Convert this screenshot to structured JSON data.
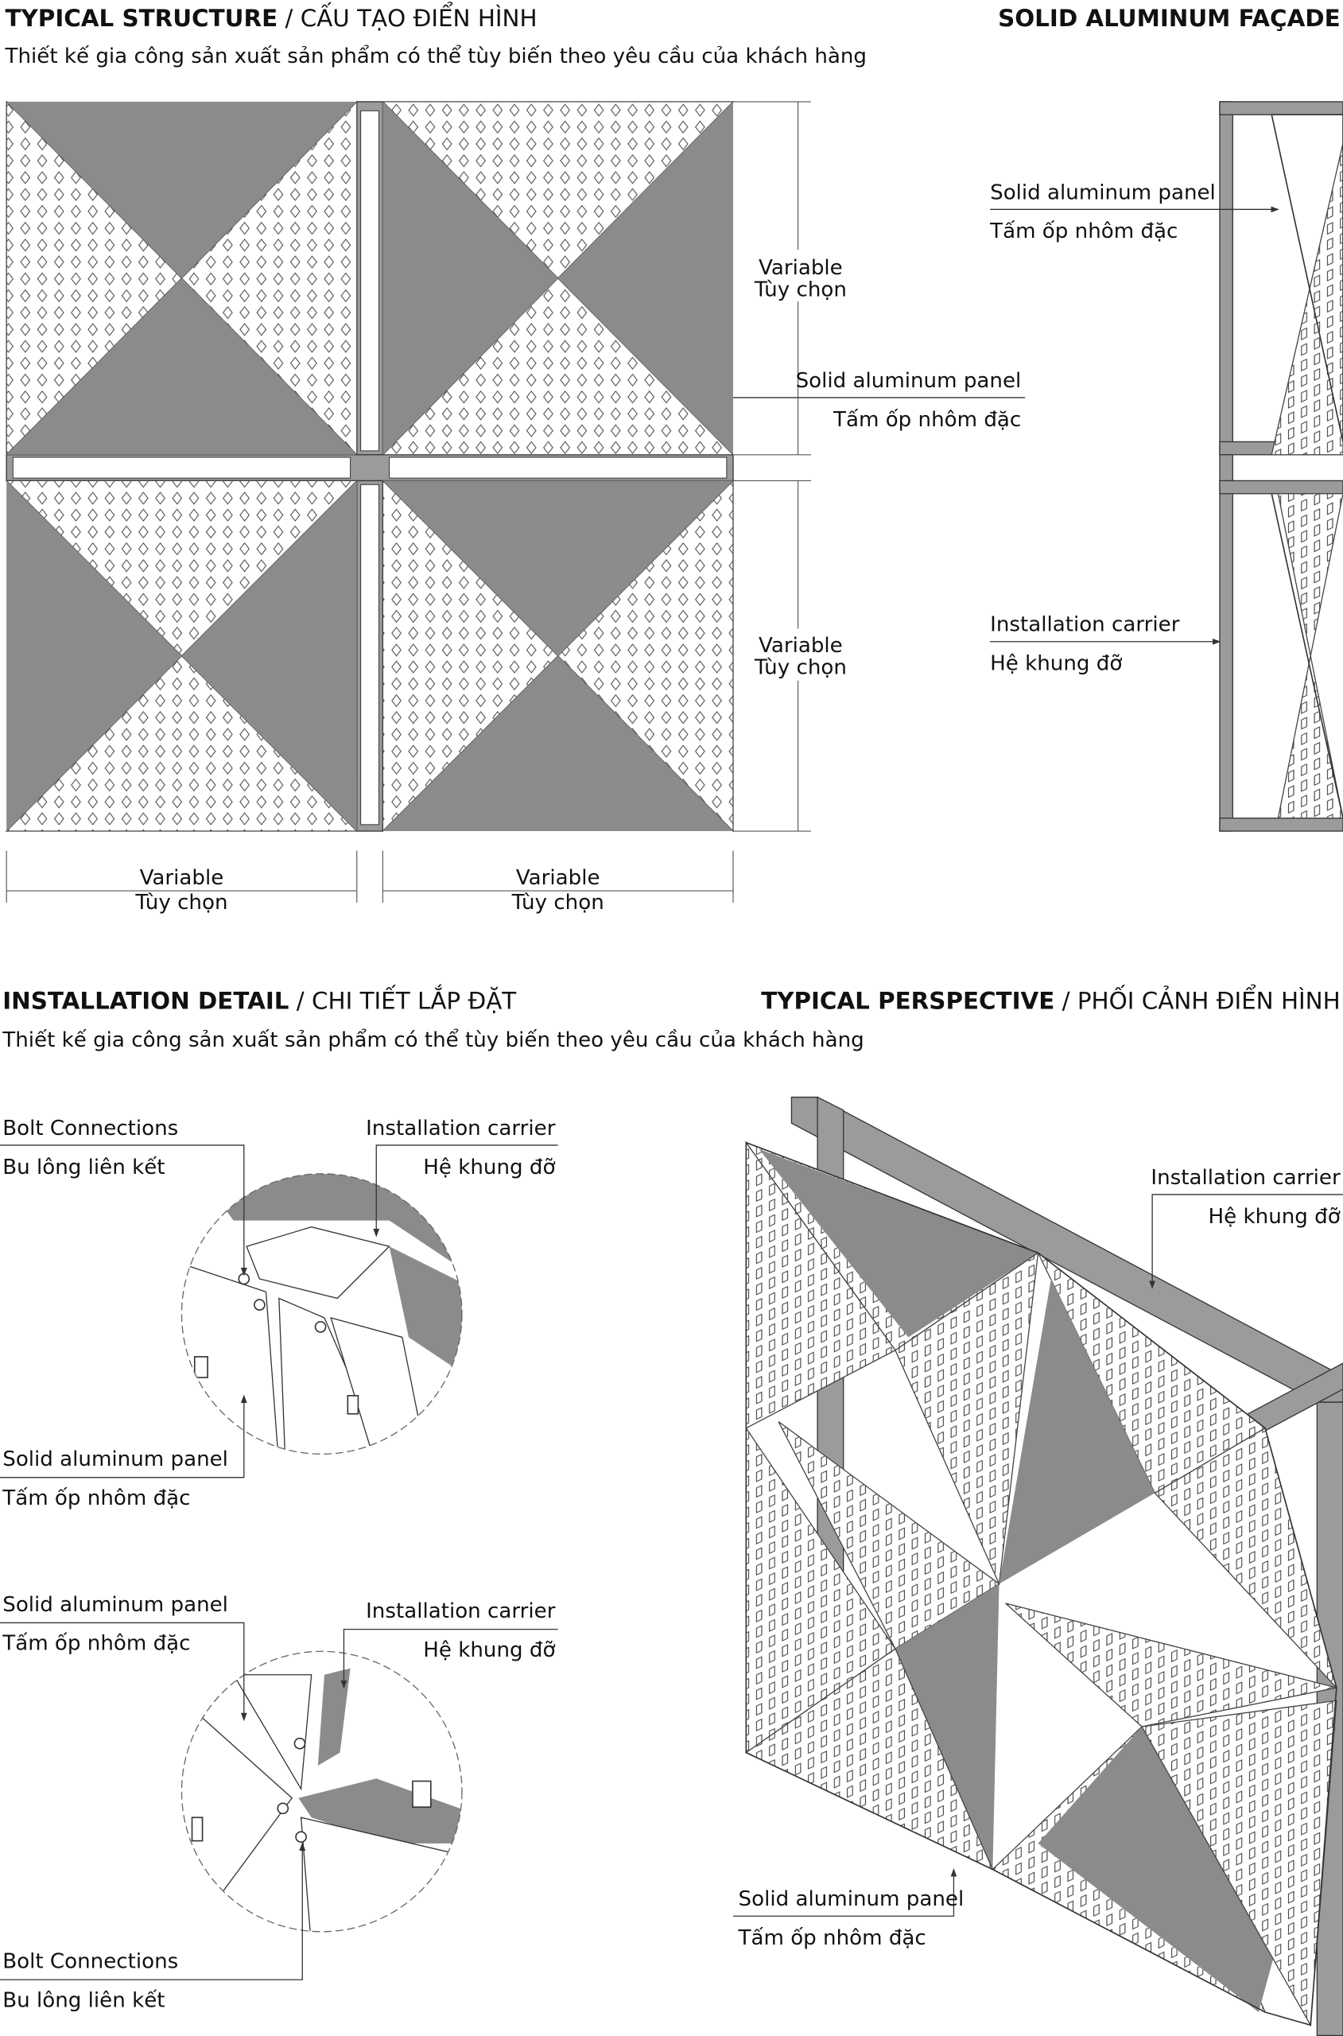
{
  "sections": {
    "typical_structure": {
      "title_bold": "TYPICAL STRUCTURE",
      "title_rest": " / CẤU TẠO ĐIỂN HÌNH",
      "subtitle": "Thiết kế gia công sản xuất sản phẩm có thể tùy biến theo yêu cầu của khách hàng"
    },
    "solid_facade": {
      "title_bold": "SOLID ALUMINUM FAÇADE"
    },
    "installation_detail": {
      "title_bold": "INSTALLATION DETAIL",
      "title_rest": " / CHI TIẾT LẮP ĐẶT",
      "subtitle": "Thiết kế gia công sản xuất sản phẩm có thể tùy biến theo yêu cầu của khách hàng"
    },
    "typical_perspective": {
      "title_bold": "TYPICAL PERSPECTIVE",
      "title_rest": " / PHỐI CẢNH ĐIỂN HÌNH"
    }
  },
  "dimensions": {
    "right_top": {
      "en": "Variable",
      "vi": "Tùy chọn"
    },
    "right_bottom": {
      "en": "Variable",
      "vi": "Tùy chọn"
    },
    "bottom_left": {
      "en": "Variable",
      "vi": "Tùy chọn"
    },
    "bottom_right": {
      "en": "Variable",
      "vi": "Tùy chọn"
    }
  },
  "callouts": {
    "structure_panel": {
      "en": "Solid aluminum panel",
      "vi": "Tấm ốp nhôm đặc"
    },
    "facade_panel": {
      "en": "Solid aluminum panel",
      "vi": "Tấm ốp nhôm đặc"
    },
    "facade_carrier": {
      "en": "Installation carrier",
      "vi": "Hệ khung đỡ"
    },
    "detail1_bolt": {
      "en": "Bolt Connections",
      "vi": "Bu lông liên kết"
    },
    "detail1_carrier": {
      "en": "Installation carrier",
      "vi": "Hệ khung đỡ"
    },
    "detail1_panel": {
      "en": "Solid aluminum panel",
      "vi": "Tấm ốp nhôm đặc"
    },
    "detail2_panel": {
      "en": "Solid aluminum panel",
      "vi": "Tấm ốp nhôm đặc"
    },
    "detail2_carrier": {
      "en": "Installation carrier",
      "vi": "Hệ khung đỡ"
    },
    "detail2_bolt": {
      "en": "Bolt Connections",
      "vi": "Bu lông liên kết"
    },
    "perspective_carrier": {
      "en": "Installation carrier",
      "vi": "Hệ khung đỡ"
    },
    "perspective_panel": {
      "en": "Solid aluminum panel",
      "vi": "Tấm ốp nhôm đặc"
    }
  },
  "colors": {
    "panel_grey": "#8a8b8d",
    "line": "#333333"
  }
}
